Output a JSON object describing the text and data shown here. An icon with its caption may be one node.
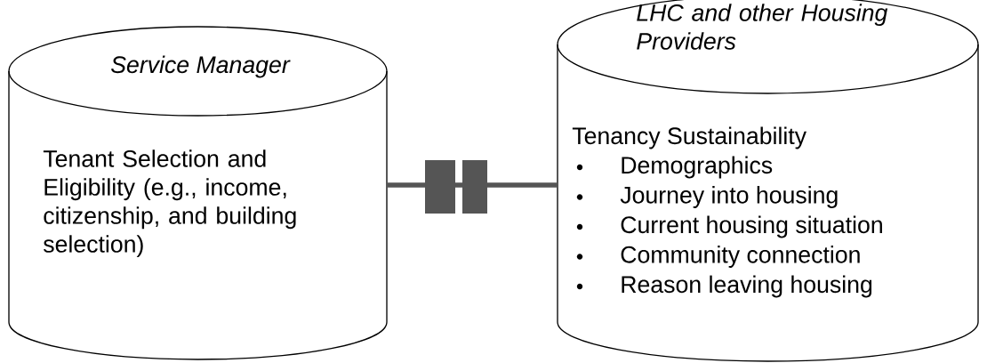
{
  "diagram": {
    "nodes": [
      {
        "text": [
          "Service Manager",
          "Tenant Selection and Eligibility (e.g., income, citizenship, and building selection)"
        ]
      },
      {
        "text": [
          "LHC and other Housing Providers",
          "Tenancy Sustainability",
          "Demographics",
          "Journey into housing",
          "Current housing situation",
          "Community connection",
          "Reason leaving housing"
        ]
      }
    ],
    "edges": [
      {
        "from": 0,
        "to": 1,
        "arrow": "none"
      }
    ]
  }
}
